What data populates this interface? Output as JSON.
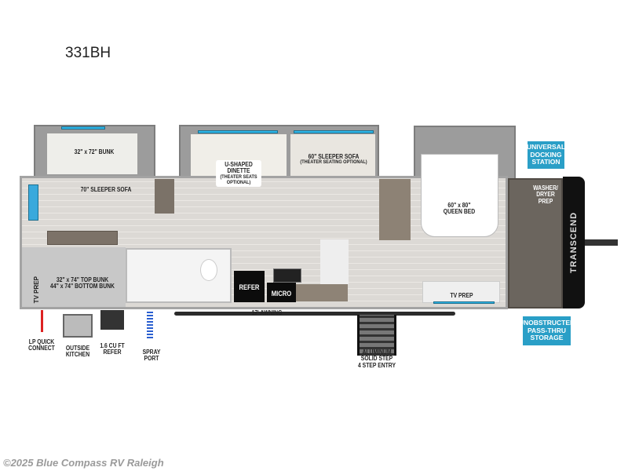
{
  "model": "331BH",
  "watermark": "©2025 Blue Compass RV Raleigh",
  "brand_logo": "TRANSCEND",
  "labels": {
    "bunk_slide": "32\" x 72\" BUNK",
    "sleeper_sofa_70": "70\" SLEEPER SOFA",
    "dinette_1": "U-SHAPED",
    "dinette_2": "DINETTE",
    "dinette_3": "(THEATER SEATS",
    "dinette_4": "OPTIONAL)",
    "sofa_60": "60\" SLEEPER SOFA",
    "sofa_60_note": "(THEATER SEATING OPTIONAL)",
    "queen_1": "60\" x 80\"",
    "queen_2": "QUEEN BED",
    "washer_1": "WASHER/",
    "washer_2": "DRYER",
    "washer_3": "PREP",
    "tv_prep_left": "TV PREP",
    "bunks_1": "32\" x 74\" TOP BUNK",
    "bunks_2": "44\" x 74\" BOTTOM BUNK",
    "refer": "REFER",
    "micro": "MICRO",
    "tv_prep_right": "TV PREP",
    "awning": "17' AWNING",
    "lp_1": "LP QUICK",
    "lp_2": "CONNECT",
    "ok_1": "OUTSIDE",
    "ok_2": "KITCHEN",
    "refer_out_1": "1.6 CU FT",
    "refer_out_2": "REFER",
    "spray_1": "SPRAY",
    "spray_2": "PORT",
    "step_1": "ALUMINUM",
    "step_2": "SOLID STEP",
    "step_3": "4 STEP ENTRY"
  },
  "callouts": {
    "docking_1": "UNIVERSAL",
    "docking_2": "DOCKING",
    "docking_3": "STATION",
    "storage_1": "UNOBSTRUCTED",
    "storage_2": "PASS-THRU",
    "storage_3": "STORAGE"
  },
  "colors": {
    "callout": "#2a9fc7",
    "accent_blue": "#2fb6e8"
  }
}
